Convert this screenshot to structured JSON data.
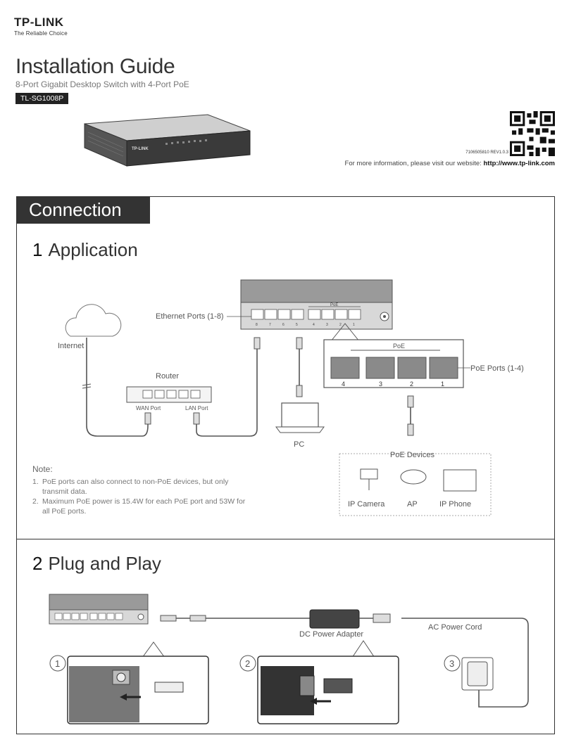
{
  "header": {
    "brand": "TP-LINK",
    "tagline": "The Reliable Choice",
    "title": "Installation Guide",
    "subtitle": "8-Port Gigabit Desktop Switch with 4-Port PoE",
    "model": "TL-SG1008P",
    "doc_code": "7106505810 REV1.0.3",
    "more_info_text": "For more information, please visit our website: ",
    "website": "http://www.tp-link.com"
  },
  "connection": {
    "header": "Connection",
    "application": {
      "number": "1",
      "title": "Application",
      "labels": {
        "ethernet_ports": "Ethernet Ports (1-8)",
        "internet": "Internet",
        "router": "Router",
        "wan_port": "WAN Port",
        "lan_port": "LAN Port",
        "pc": "PC",
        "poe": "PoE",
        "poe_ports": "PoE Ports (1-4)",
        "poe_devices": "PoE Devices",
        "ip_camera": "IP Camera",
        "ap": "AP",
        "ip_phone": "IP Phone"
      },
      "port_numbers": [
        "4",
        "3",
        "2",
        "1"
      ],
      "switch_port_numbers": [
        "8",
        "7",
        "6",
        "5",
        "4",
        "3",
        "2",
        "1"
      ],
      "note": {
        "title": "Note:",
        "items": [
          {
            "n": "1.",
            "text": "PoE ports can also connect to non-PoE devices, but only transmit data."
          },
          {
            "n": "2.",
            "text": "Maximum PoE power is 15.4W for each PoE port and 53W for all PoE ports."
          }
        ]
      }
    },
    "plug_and_play": {
      "number": "2",
      "title": "Plug and Play",
      "labels": {
        "dc_adapter": "DC Power Adapter",
        "ac_cord": "AC Power Cord"
      },
      "steps": [
        "1",
        "2",
        "3"
      ]
    }
  }
}
